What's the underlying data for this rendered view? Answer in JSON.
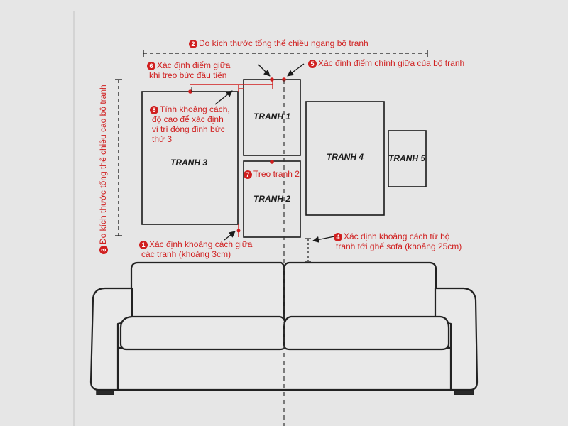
{
  "paintings": {
    "p1": "TRANH 1",
    "p2": "TRANH 2",
    "p3": "TRANH 3",
    "p4": "TRANH 4",
    "p5": "TRANH 5"
  },
  "annotations": {
    "a1": {
      "num": "1",
      "line1": "Xác định khoảng cách giữa",
      "line2": "các tranh (khoảng 3cm)"
    },
    "a2": {
      "num": "2",
      "text": "Đo kích thước tổng thể chiều ngang bộ tranh"
    },
    "a3": {
      "num": "3",
      "text": "Đo kích thước tổng thể chiều cao bộ tranh"
    },
    "a4": {
      "num": "4",
      "line1": "Xác định khoảng cách từ bộ",
      "line2": "tranh tới ghế sofa (khoảng 25cm)"
    },
    "a5": {
      "num": "5",
      "text": "Xác định điểm chính giữa của bộ tranh"
    },
    "a6": {
      "num": "6",
      "line1": "Xác định điểm giữa",
      "line2": "khi treo bức đầu tiên"
    },
    "a7": {
      "num": "7",
      "text": "Treo tranh 2"
    },
    "a8": {
      "num": "8",
      "line1": "Tính khoảng cách,",
      "line2": "độ cao để xác định",
      "line3": "vị trí đóng đinh bức",
      "line4": "thứ 3"
    }
  }
}
